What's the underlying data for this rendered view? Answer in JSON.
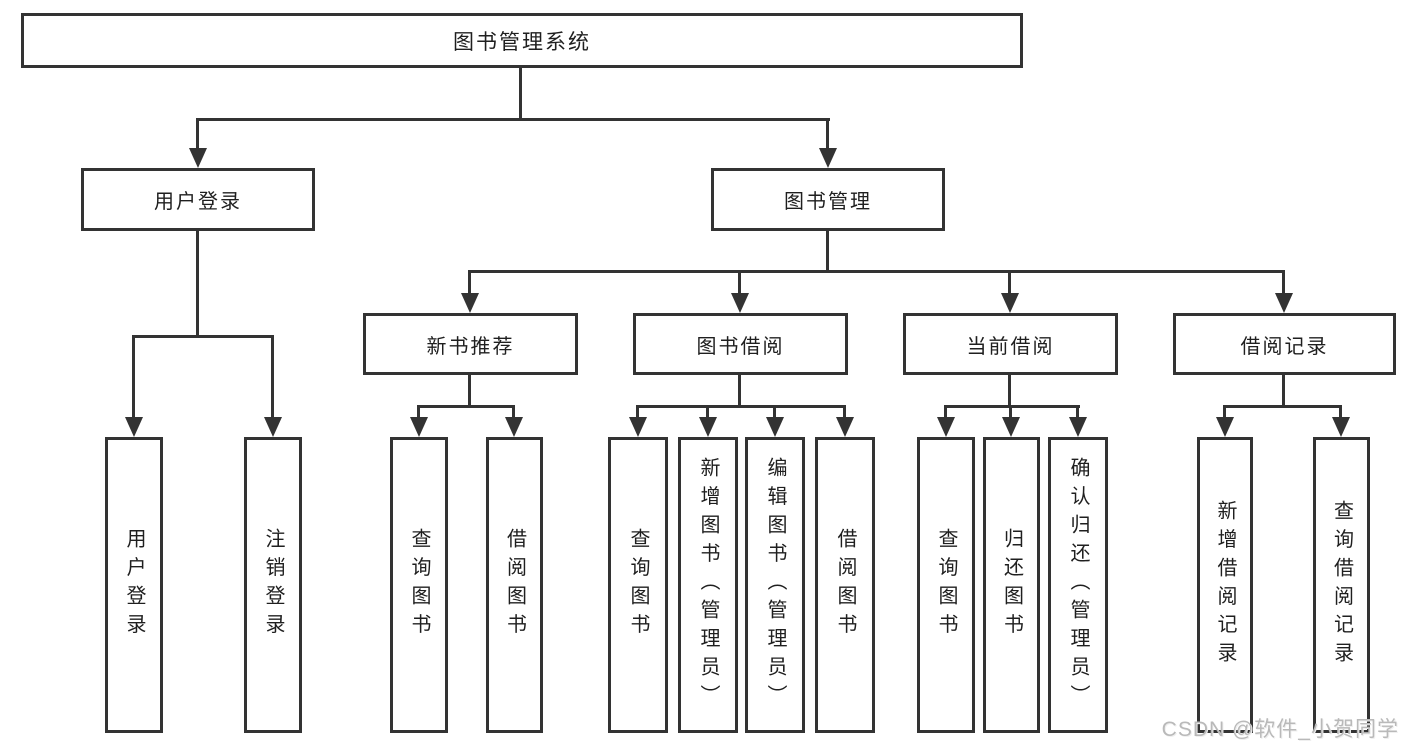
{
  "colors": {
    "line": "#333333",
    "text": "#1f1f1f",
    "watermark": "#b9b9b9",
    "background": "#ffffff"
  },
  "root": {
    "label": "图书管理系统"
  },
  "user_login": {
    "label": "用户登录",
    "children": [
      {
        "label": "用户登录"
      },
      {
        "label": "注销登录"
      }
    ]
  },
  "book_mgmt": {
    "label": "图书管理",
    "children": [
      {
        "label": "新书推荐",
        "children": [
          {
            "label": "查询图书"
          },
          {
            "label": "借阅图书"
          }
        ]
      },
      {
        "label": "图书借阅",
        "children": [
          {
            "label": "查询图书"
          },
          {
            "label": "新增图书（管理员）"
          },
          {
            "label": "编辑图书（管理员）"
          },
          {
            "label": "借阅图书"
          }
        ]
      },
      {
        "label": "当前借阅",
        "children": [
          {
            "label": "查询图书"
          },
          {
            "label": "归还图书"
          },
          {
            "label": "确认归还（管理员）"
          }
        ]
      },
      {
        "label": "借阅记录",
        "children": [
          {
            "label": "新增借阅记录"
          },
          {
            "label": "查询借阅记录"
          }
        ]
      }
    ]
  },
  "watermark": {
    "text": "CSDN @软件_小贺同学"
  }
}
